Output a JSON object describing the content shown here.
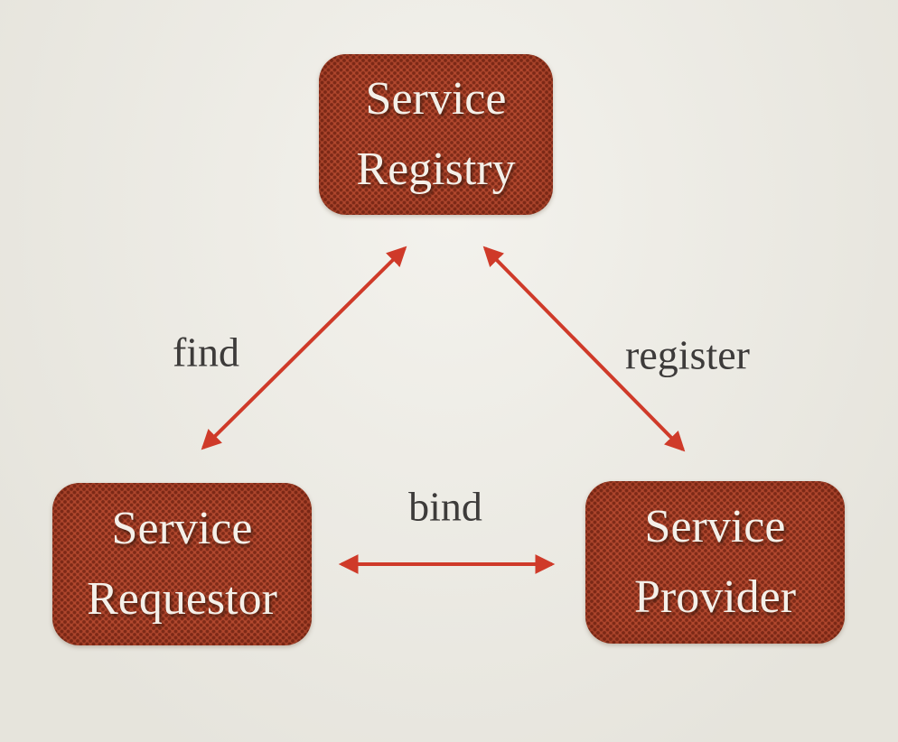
{
  "nodes": {
    "registry": {
      "lines": [
        "Service",
        "Registry"
      ]
    },
    "requestor": {
      "lines": [
        "Service",
        "Requestor"
      ]
    },
    "provider": {
      "lines": [
        "Service",
        "Provider"
      ]
    }
  },
  "edges": {
    "find": {
      "label": "find"
    },
    "register": {
      "label": "register"
    },
    "bind": {
      "label": "bind"
    }
  },
  "colors": {
    "background": "#edebe3",
    "node-fill": "#b3492f",
    "node-dot": "#7f2b18",
    "node-text": "#f4f0e9",
    "arrow": "#cf3a29",
    "label-text": "#3d3b3a"
  }
}
